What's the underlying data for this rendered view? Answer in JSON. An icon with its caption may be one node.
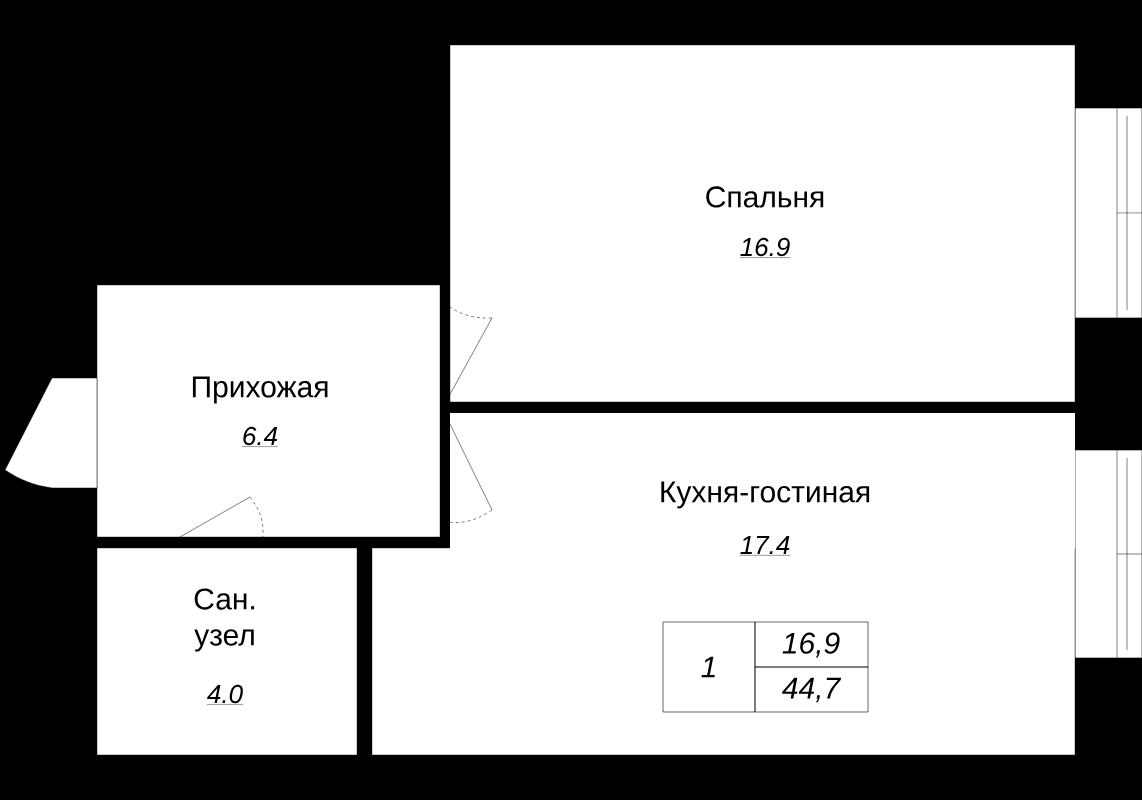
{
  "diagram": {
    "nodes": [
      {
        "text": [
          "Спальня",
          "16.9"
        ]
      },
      {
        "text": [
          "Прихожая",
          "6.4"
        ]
      },
      {
        "text": [
          "Кухня-гостиная",
          "17.4"
        ]
      },
      {
        "text": [
          "Сан. узел",
          "4.0"
        ]
      }
    ],
    "labels": [
      "1",
      "16,9",
      "44,7"
    ]
  }
}
